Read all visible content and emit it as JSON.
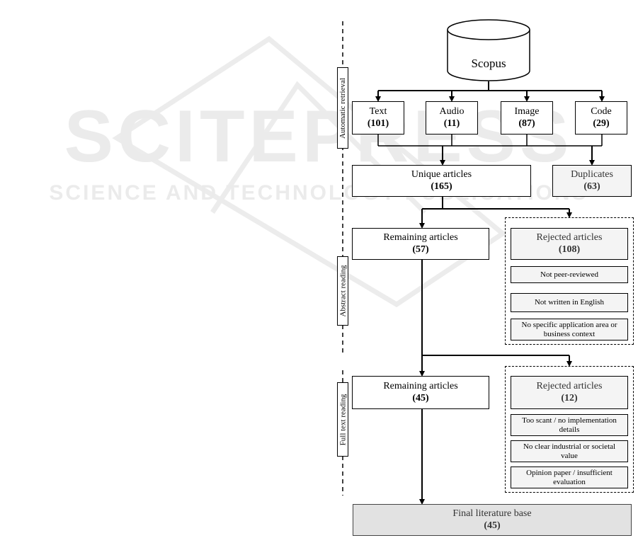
{
  "phases": {
    "retrieval": "Automatic retrieval",
    "abstract": "Abstract reading",
    "fulltext": "Full text reading"
  },
  "source": {
    "label": "Scopus"
  },
  "categories": [
    {
      "label": "Text",
      "count": "(101)"
    },
    {
      "label": "Audio",
      "count": "(11)"
    },
    {
      "label": "Image",
      "count": "(87)"
    },
    {
      "label": "Code",
      "count": "(29)"
    }
  ],
  "unique": {
    "label": "Unique articles",
    "count": "(165)"
  },
  "duplicates": {
    "label": "Duplicates",
    "count": "(63)"
  },
  "remaining1": {
    "label": "Remaining articles",
    "count": "(57)"
  },
  "rejected1": {
    "label": "Rejected articles",
    "count": "(108)",
    "reasons": [
      "Not peer-reviewed",
      "Not written in English",
      "No specific application area or business context"
    ]
  },
  "remaining2": {
    "label": "Remaining articles",
    "count": "(45)"
  },
  "rejected2": {
    "label": "Rejected articles",
    "count": "(12)",
    "reasons": [
      "Too scant / no implementation details",
      "No clear industrial or societal value",
      "Opinion paper / insufficient evaluation"
    ]
  },
  "final": {
    "label": "Final literature base",
    "count": "(45)"
  },
  "watermark": {
    "line1": "SCITEPRESS",
    "line2": "SCIENCE AND TECHNOLOGY PUBLICATIONS"
  }
}
